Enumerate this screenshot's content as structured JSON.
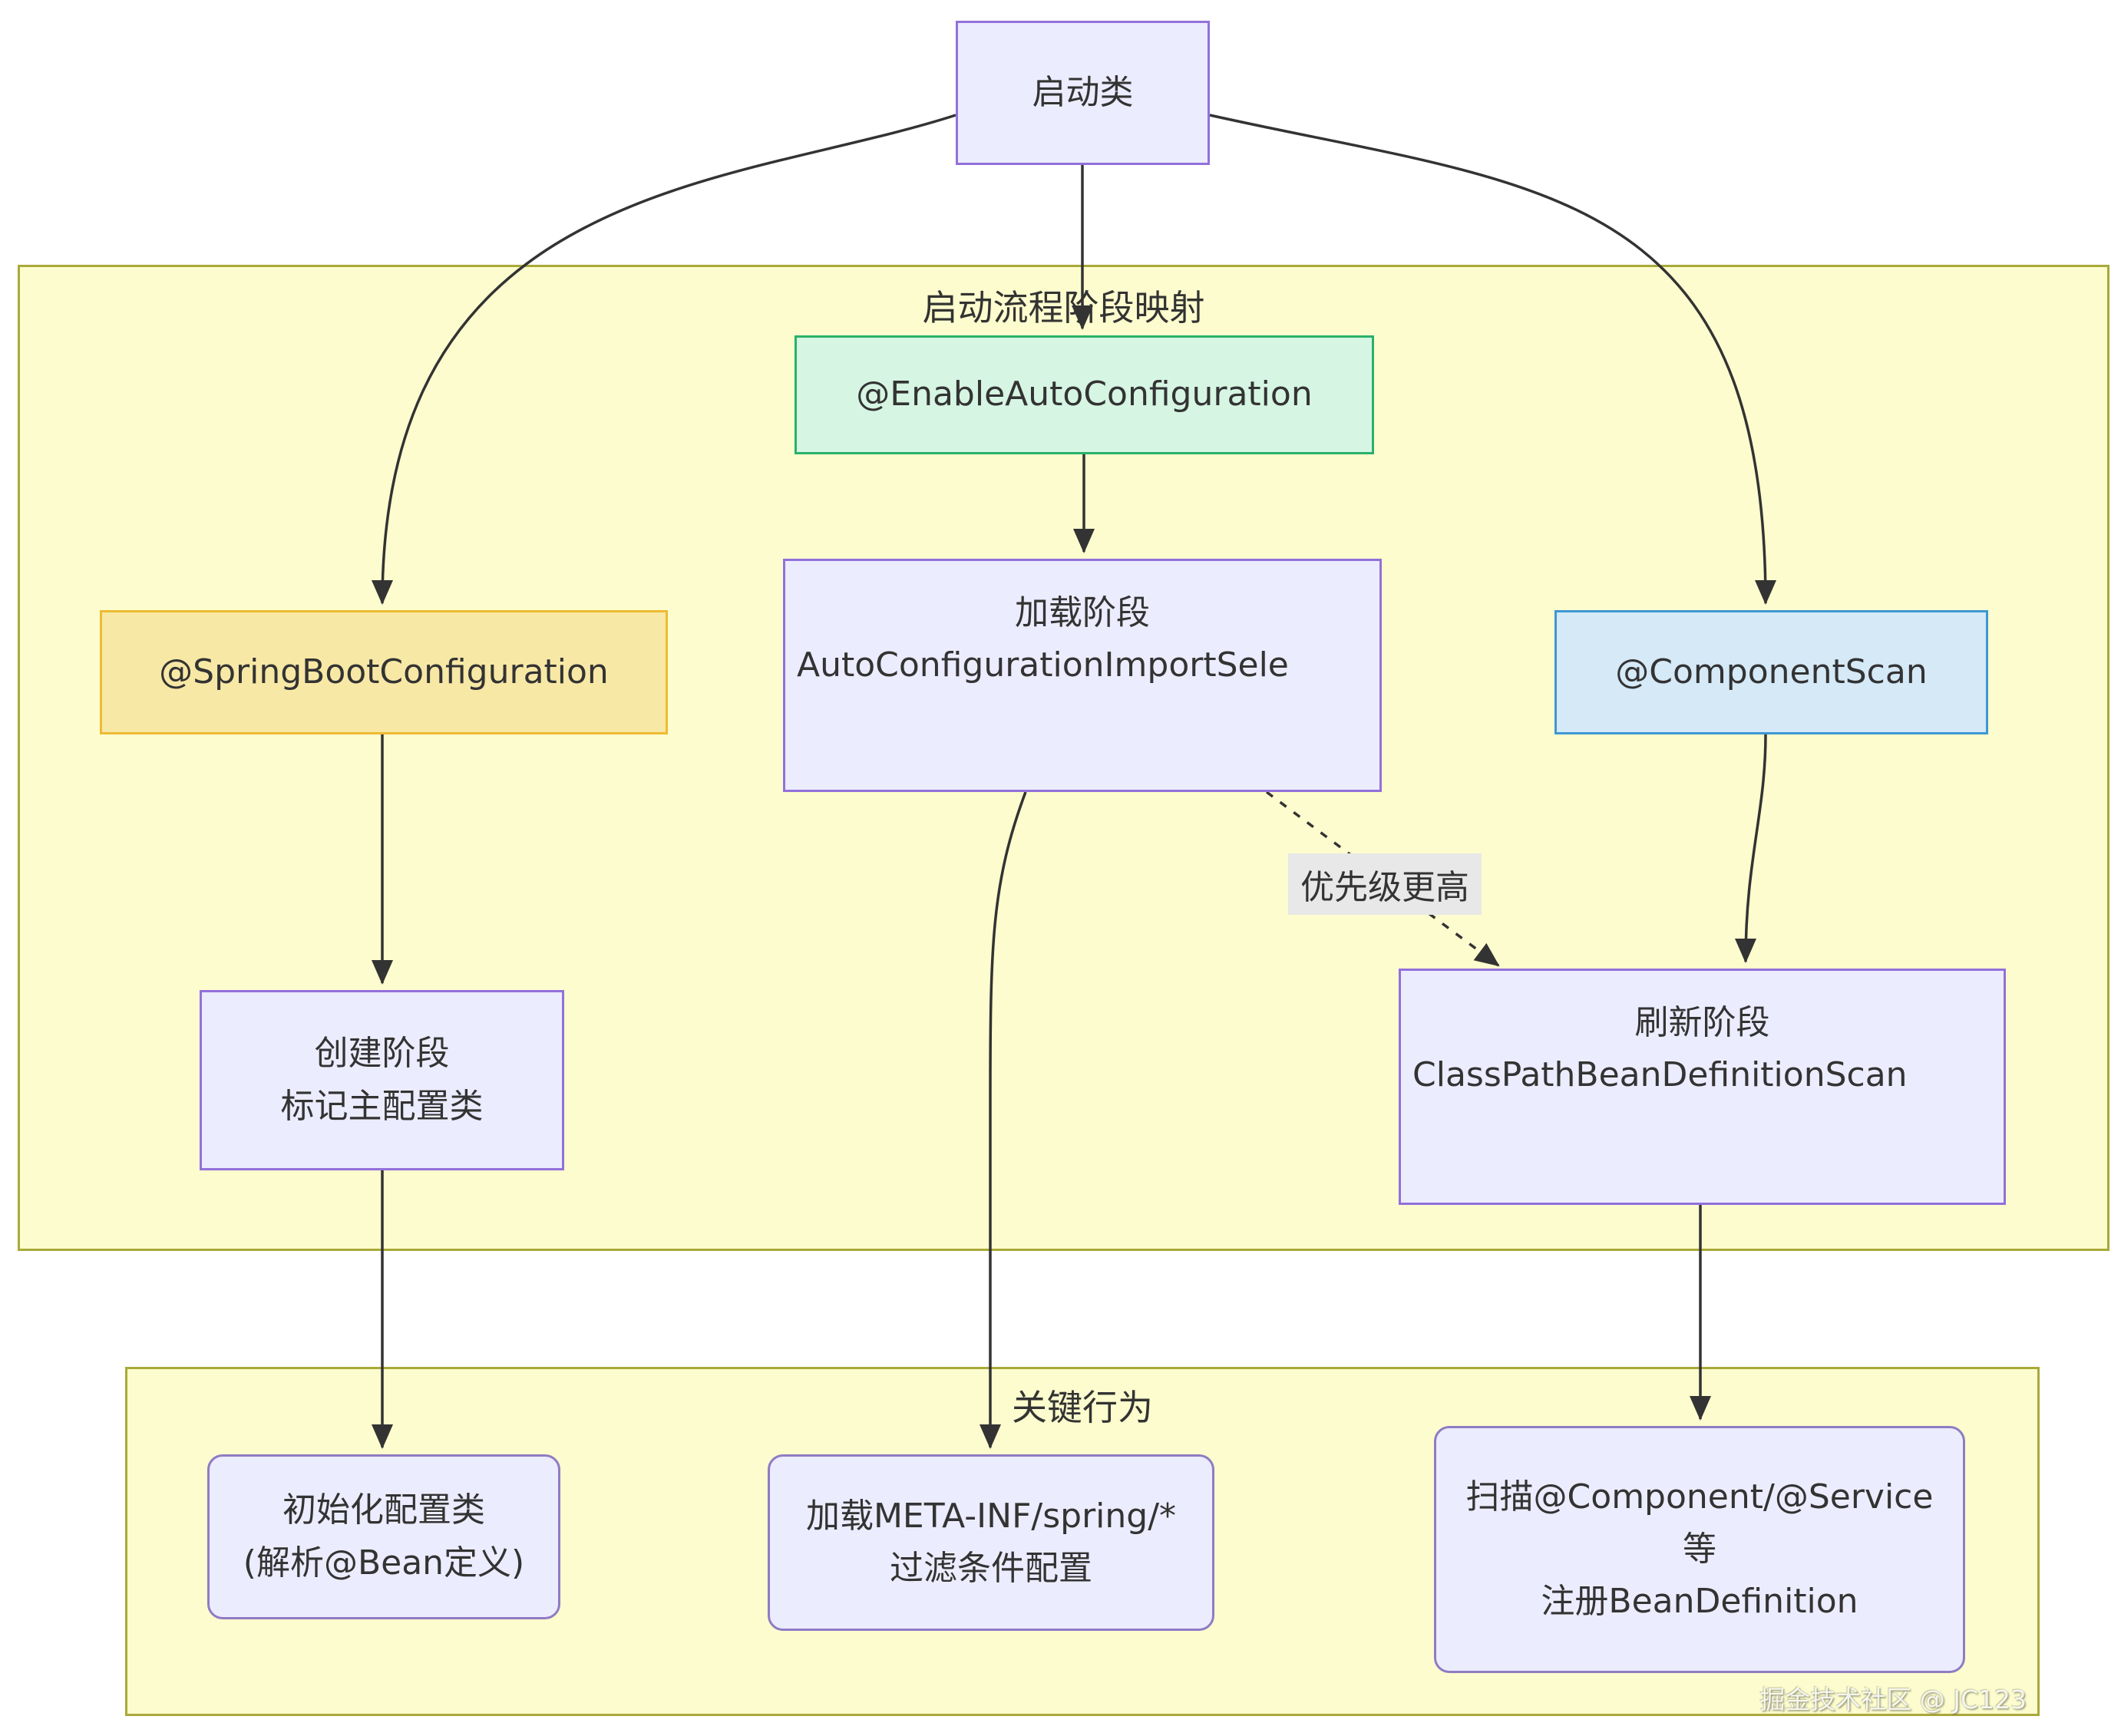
{
  "diagram": {
    "containers": {
      "phase_mapping": {
        "title": "启动流程阶段映射"
      },
      "key_behaviors": {
        "title": "关键行为"
      }
    },
    "nodes": {
      "start": {
        "label": "启动类"
      },
      "enable_auto_configuration": {
        "label": "@EnableAutoConfiguration"
      },
      "spring_boot_configuration": {
        "label": "@SpringBootConfiguration"
      },
      "load_phase": {
        "line1": "加载阶段",
        "line2": "AutoConfigurationImportSele"
      },
      "component_scan": {
        "label": "@ComponentScan"
      },
      "create_phase": {
        "line1": "创建阶段",
        "line2": "标记主配置类"
      },
      "refresh_phase": {
        "line1": "刷新阶段",
        "line2": "ClassPathBeanDefinitionScan"
      },
      "init_config": {
        "line1": "初始化配置类",
        "line2": "(解析@Bean定义)"
      },
      "load_meta_inf": {
        "line1": "加载META-INF/spring/*",
        "line2": "过滤条件配置"
      },
      "scan_register": {
        "line1": "扫描@Component/@Service",
        "line2": "等",
        "line3": "注册BeanDefinition"
      }
    },
    "edge_label": "优先级更高",
    "watermark": "掘金技术社区 @ JC123",
    "colors": {
      "canvas_bg": "#ffffff",
      "cluster_fill": "#fcfcce",
      "cluster_border": "#a9a93a",
      "node_fill": "#ececff",
      "node_border": "#9370db",
      "green_fill": "#d6f5e3",
      "green_border": "#2bb06a",
      "gold_fill": "#f8e8a6",
      "gold_border": "#eebb33",
      "blue_fill": "#d5e9f7",
      "blue_border": "#3f97d3",
      "edge": "#333333",
      "edge_label_bg": "#e8e8e8",
      "text": "#333333"
    }
  }
}
